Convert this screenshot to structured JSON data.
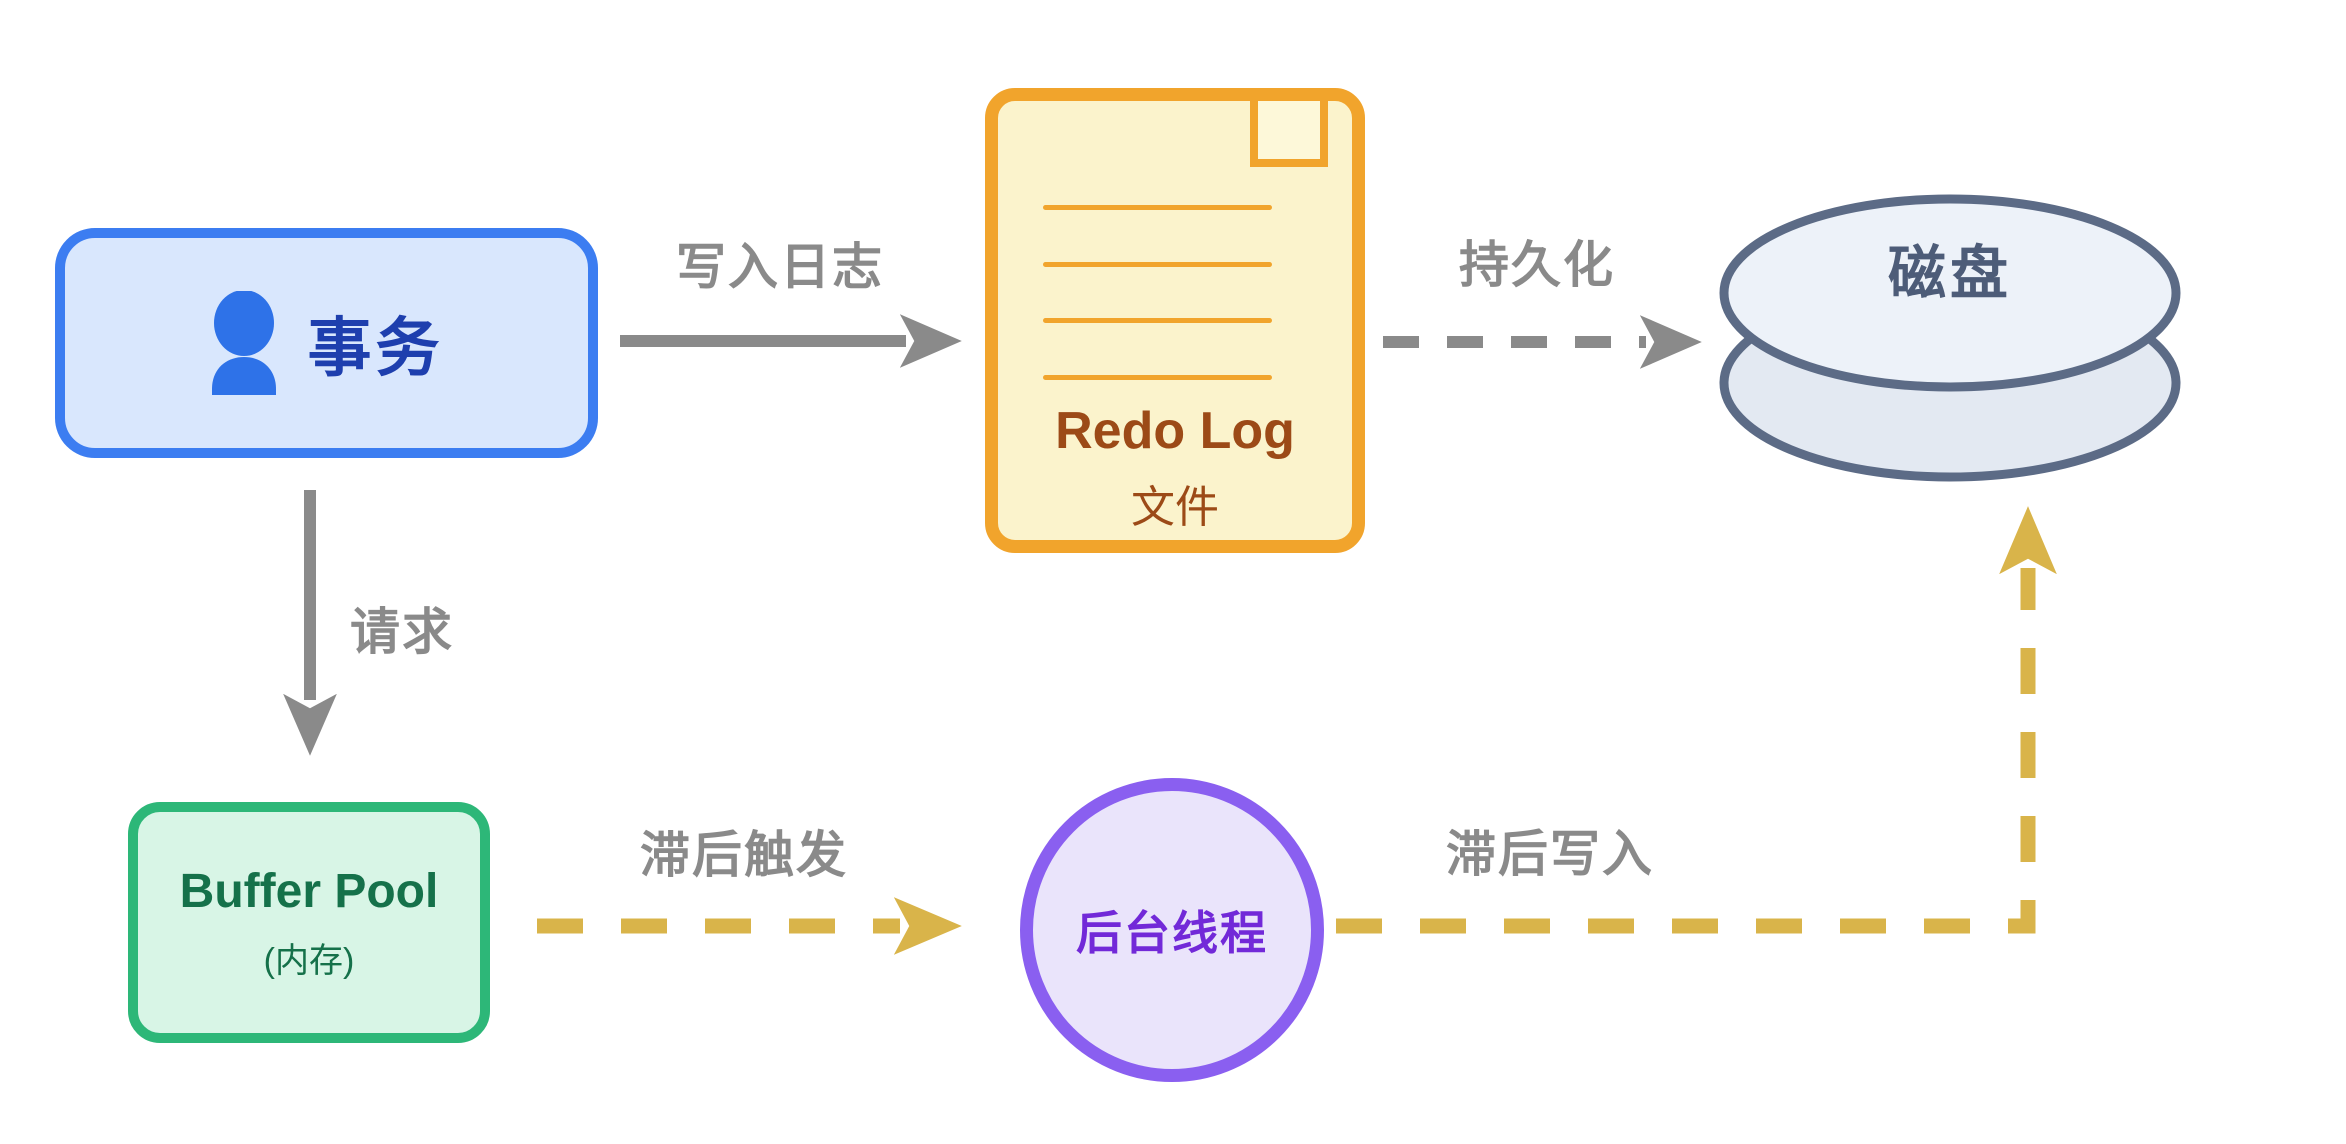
{
  "nodes": {
    "transaction": {
      "label": "事务",
      "icon": "person-icon",
      "fill": "#d9e7fd",
      "border": "#3c7df1",
      "text_color": "#1e3fae",
      "icon_color": "#2e72e8"
    },
    "redo_log_file": {
      "title": "Redo Log",
      "subtitle": "文件",
      "fill": "#fbf3cc",
      "border": "#f1a42c",
      "text_color": "#9c4a17",
      "ruled_line_count": 4
    },
    "disk": {
      "label": "磁盘",
      "fill_top": "#edf2f9",
      "fill_bottom": "#e3e9f2",
      "border": "#5c6b86",
      "text_color": "#4d5c78"
    },
    "buffer_pool": {
      "title": "Buffer Pool",
      "subtitle": "(内存)",
      "fill": "#d8f5e6",
      "border": "#2db778",
      "text_color": "#15714a"
    },
    "background_thread": {
      "label": "后台线程",
      "fill": "#eae4fb",
      "border": "#8a5ff0",
      "text_color": "#7229d8"
    }
  },
  "edges": [
    {
      "id": "write-log",
      "label": "写入日志",
      "from": "transaction",
      "to": "redo_log_file",
      "style": "solid",
      "color": "#8a8a8a",
      "label_color": "#8a8a8a"
    },
    {
      "id": "persist",
      "label": "持久化",
      "from": "redo_log_file",
      "to": "disk",
      "style": "dashed",
      "color": "#8a8a8a",
      "label_color": "#8a8a8a"
    },
    {
      "id": "request",
      "label": "请求",
      "from": "transaction",
      "to": "buffer_pool",
      "style": "solid",
      "color": "#8a8a8a",
      "label_color": "#8a8a8a"
    },
    {
      "id": "lag-trigger",
      "label": "滞后触发",
      "from": "buffer_pool",
      "to": "background_thread",
      "style": "dashed",
      "color": "#d9b44a",
      "label_color": "#8a8a8a"
    },
    {
      "id": "lag-write",
      "label": "滞后写入",
      "from": "background_thread",
      "to": "disk",
      "style": "dashed",
      "color": "#d9b44a",
      "label_color": "#8a8a8a"
    }
  ]
}
